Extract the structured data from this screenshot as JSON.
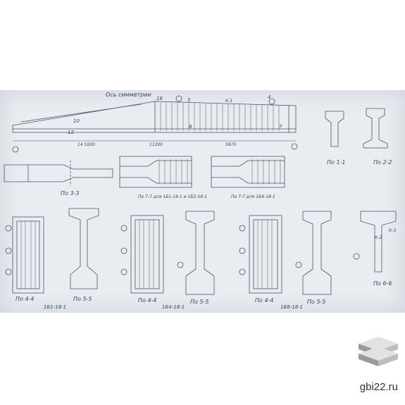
{
  "watermark": {
    "brand": "gbi22.ru"
  },
  "colors": {
    "paper": "#e9ecf1",
    "ink": "#3a4458",
    "logo_top": "#d9d9d9",
    "logo_side": "#8a8a8a"
  },
  "labels": {
    "top_caption": "Ось симметрии",
    "s11": "По 1-1",
    "s22": "По 2-2",
    "s33": "По 3-3",
    "s77a": "По 7-7 для 1Б1-18-1 и 1Б2-18-1",
    "s77b": "По 7-7 для 1Б4-18-1",
    "s44a": "По 4-4",
    "s55a": "По 5-5",
    "s44b": "По 4-4",
    "s55b": "По 5-5",
    "s44c": "По 4-4",
    "s55c": "По 5-5",
    "s66": "По 6-6",
    "mark1": "1Б1-18-1",
    "mark2": "1Б4-18-1",
    "mark3": "1Б8-18-1",
    "dim1": "11200",
    "dim2": "5970",
    "dim3": "14 1000",
    "n1": "16",
    "n2": "10",
    "n3": "12",
    "n4": "7",
    "n5": "3",
    "n6": "4",
    "n7": "8",
    "n8": "К-1",
    "n9": "К-2",
    "n10": "К-3"
  }
}
